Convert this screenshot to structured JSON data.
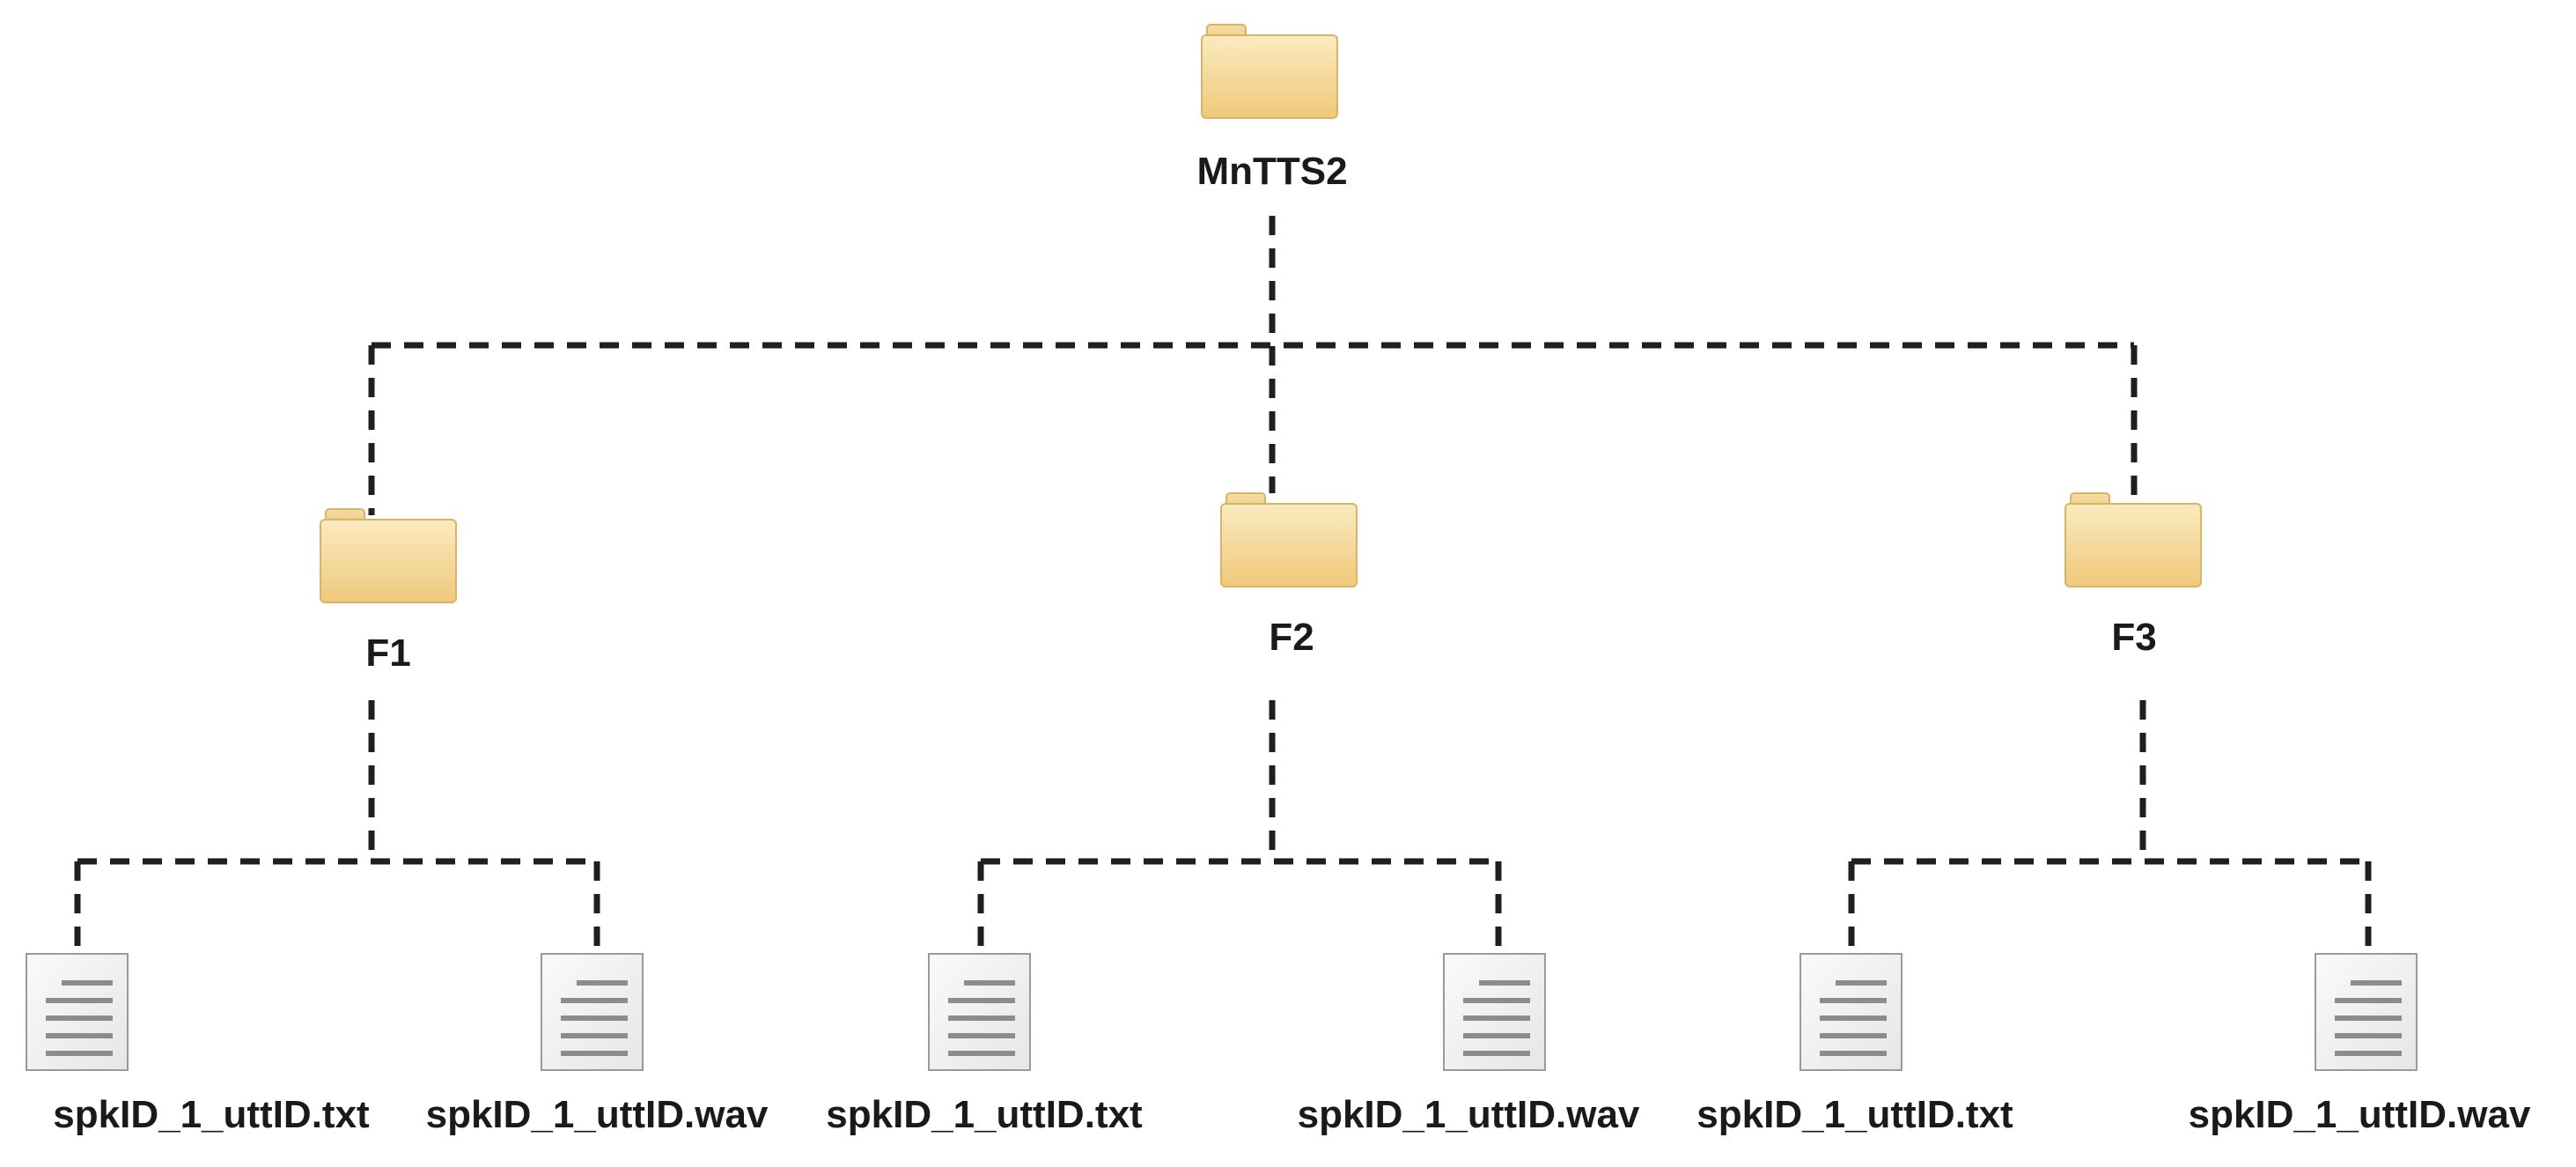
{
  "root": {
    "label": "MnTTS2",
    "icon": "folder-icon"
  },
  "folders": [
    {
      "label": "F1",
      "icon": "folder-icon",
      "files": [
        {
          "label": "spkID_1_uttID.txt",
          "icon": "document-icon"
        },
        {
          "label": "spkID_1_uttID.wav",
          "icon": "document-icon"
        }
      ]
    },
    {
      "label": "F2",
      "icon": "folder-icon",
      "files": [
        {
          "label": "spkID_1_uttID.txt",
          "icon": "document-icon"
        },
        {
          "label": "spkID_1_uttID.wav",
          "icon": "document-icon"
        }
      ]
    },
    {
      "label": "F3",
      "icon": "folder-icon",
      "files": [
        {
          "label": "spkID_1_uttID.txt",
          "icon": "document-icon"
        },
        {
          "label": "spkID_1_uttID.wav",
          "icon": "document-icon"
        }
      ]
    }
  ],
  "colors": {
    "folder_light": "#f9e4b2",
    "folder_dark": "#efc97a",
    "folder_edge": "#d9b466",
    "document_fill": "#f2f2f2",
    "document_edge": "#9a9a9a",
    "document_lines": "#8c8c8c",
    "connector": "#1f1f1f",
    "text": "#1a1a1a"
  }
}
